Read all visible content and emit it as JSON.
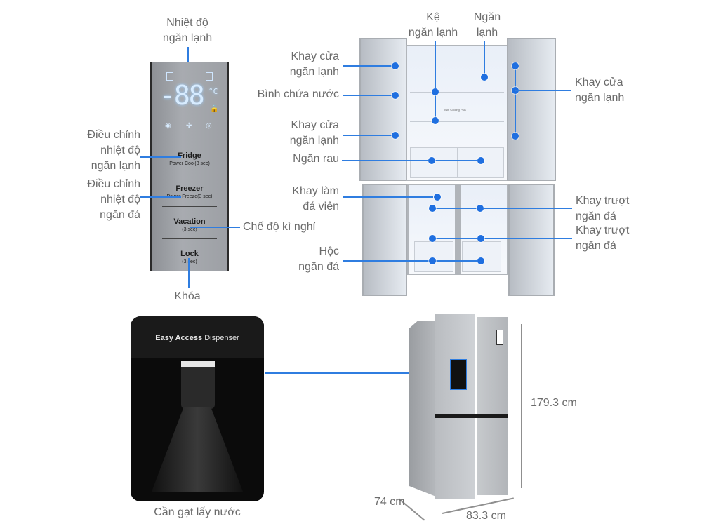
{
  "panel": {
    "display_digits": "-88",
    "unit": "°C",
    "buttons": [
      {
        "title": "Fridge",
        "sub": "Power Cool(3 sec)"
      },
      {
        "title": "Freezer",
        "sub": "Power Freeze(3 sec)"
      },
      {
        "title": "Vacation",
        "sub": "(3 sec)"
      },
      {
        "title": "Lock",
        "sub": "(3 sec)"
      }
    ],
    "labels": {
      "fridge_temp": "Nhiệt độ\nngăn lạnh",
      "adjust_fridge": "Điều chỉnh\nnhiệt độ\nngăn lạnh",
      "adjust_freezer": "Điều chỉnh\nnhiệt độ\nngăn đá",
      "vacation": "Chế độ kì nghỉ",
      "lock": "Khóa"
    }
  },
  "interior": {
    "labels": {
      "fridge_shelf": "Kệ\nngăn lạnh",
      "fridge_compartment": "Ngăn\nlạnh",
      "door_tray_left_top": "Khay cửa\nngăn lạnh",
      "water_tank": "Bình chứa nước",
      "door_tray_left_bottom": "Khay cửa\nngăn lạnh",
      "vegetable_drawer": "Ngăn rau",
      "ice_maker_tray": "Khay làm\nđá viên",
      "freezer_box": "Hộc\nngăn đá",
      "door_tray_right": "Khay cửa\nngăn lạnh",
      "freezer_slide_tray_1": "Khay trượt\nngăn đá",
      "freezer_slide_tray_2": "Khay trượt\nngăn đá"
    },
    "shelf_brand_text": "Twin Cooling Plus"
  },
  "dispenser": {
    "title_bold": "Easy Access",
    "title_rest": " Dispenser",
    "label": "Cần gạt lấy nước"
  },
  "dimensions": {
    "height": "179.3 cm",
    "width": "83.3 cm",
    "depth": "74 cm"
  },
  "colors": {
    "accent_line": "#2f7de0",
    "label_text": "#6b6b6b"
  }
}
